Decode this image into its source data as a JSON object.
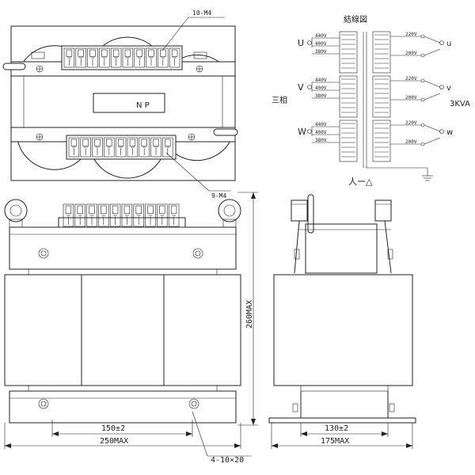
{
  "labels": {
    "top_terminals": "10-M4",
    "bottom_terminals": "9-M4",
    "nameplate": "N P",
    "height_dim": "260MAX",
    "front_width_inner": "150±2",
    "front_width_outer": "250MAX",
    "side_width_inner": "130±2",
    "side_width_outer": "175MAX",
    "mount_holes": "4-10×20",
    "wiring_title": "結線図",
    "phase": "三相",
    "capacity": "3KVA",
    "connection": "人ー△"
  },
  "phases": [
    {
      "name": "U",
      "secondary": "u"
    },
    {
      "name": "V",
      "secondary": "v"
    },
    {
      "name": "W",
      "secondary": "w"
    }
  ],
  "primary_taps": [
    "440V",
    "400V",
    "380V"
  ],
  "secondary_taps": [
    "220V",
    "200V"
  ],
  "colors": {
    "line": "#222222",
    "background": "#ffffff"
  }
}
